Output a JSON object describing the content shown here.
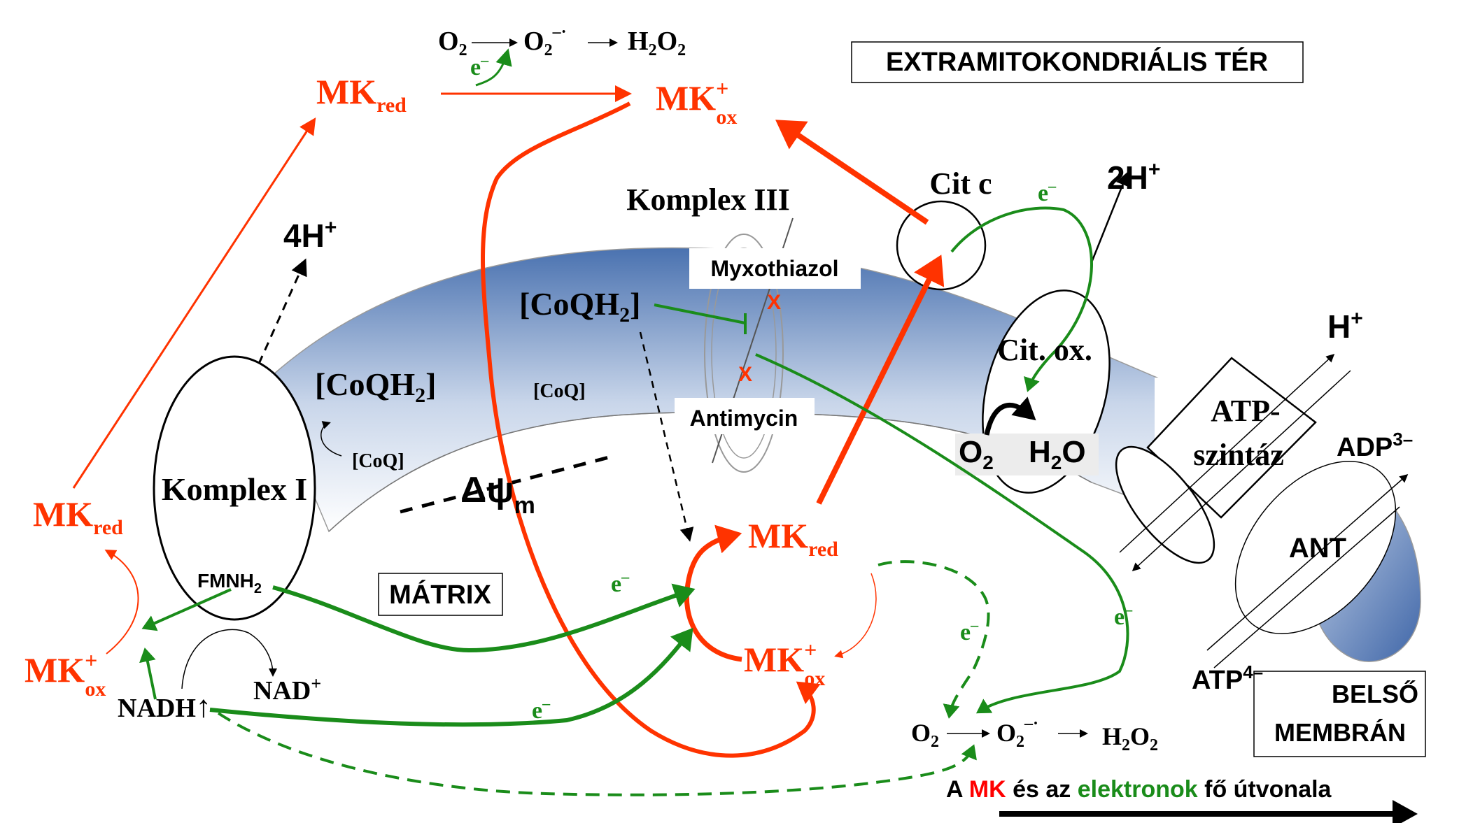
{
  "colors": {
    "mk": "#ff3300",
    "electron": "#1a8c1a",
    "black": "#000000",
    "membrane_top": "#4a72b0",
    "membrane_bottom": "#ffffff"
  },
  "labels": {
    "extramito": "EXTRAMITOKONDRIÁLIS TÉR",
    "matrix": "MÁTRIX",
    "inner_membrane_line1": "BELSŐ",
    "inner_membrane_line2": "MEMBRÁN",
    "complex1": "Komplex I",
    "complex3": "Komplex III",
    "cytc": "Cit c",
    "citox": "Cit. ox.",
    "atp_synthase_line1": "ATP-",
    "atp_synthase_line2": "szintáz",
    "ant": "ANT",
    "myxothiazol": "Myxothiazol",
    "antimycin": "Antimycin",
    "fmnh2": "FMNH",
    "fmnh2_sub": "2",
    "coqh2_bracket": "[CoQH",
    "coqh2_sub": "2",
    "coqh2_close": "]",
    "coq_small": "[CoQ]",
    "nadh": "NADH",
    "nadh_arrow": "↑",
    "nad_plus": "NAD",
    "nad_sup": "+",
    "h4": "4H",
    "h4_sup": "+",
    "h2": "2H",
    "h2_sup": "+",
    "h1": "H",
    "h1_sup": "+",
    "adp": "ADP",
    "adp_sup": "3–",
    "atp": "ATP",
    "atp_sup": "4–",
    "o2": "O",
    "o2_sub": "2",
    "h2o_h": "H",
    "h2o_sub": "2",
    "h2o_o": "O",
    "superoxide_sup": "–·",
    "h2o2_h": "H",
    "h2o2_sub1": "2",
    "h2o2_o": "O",
    "h2o2_sub2": "2",
    "mk": "MK",
    "mk_red_sub": "red",
    "mk_ox_sup": "+",
    "mk_ox_sub": "ox",
    "e_minus": "e",
    "e_minus_sup": "–",
    "x_mark": "X",
    "delta_psi": "Δψ",
    "delta_psi_sub": "m"
  },
  "legend": {
    "prefix": "A ",
    "mk": "MK",
    "middle": " és az ",
    "electrons": "elektronok",
    "suffix": " fő útvonala"
  }
}
